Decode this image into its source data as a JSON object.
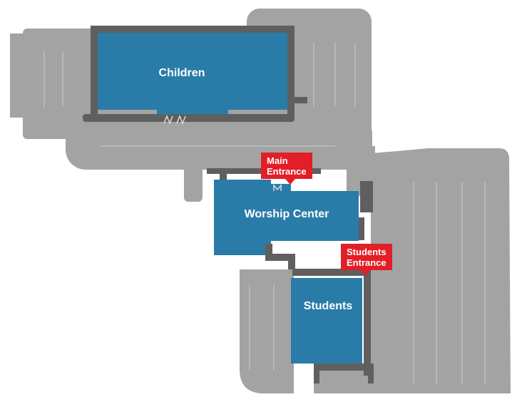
{
  "colors": {
    "lot": "#a3a3a3",
    "stripe": "#b8b8b8",
    "wall": "#5f5f5f",
    "building": "#2a7ca8",
    "callout": "#e21e26",
    "label": "#ffffff"
  },
  "buildings": {
    "children": {
      "label": "Children"
    },
    "worship": {
      "label": "Worship Center"
    },
    "students": {
      "label": "Students"
    }
  },
  "callouts": {
    "main": {
      "line1": "Main",
      "line2": "Entrance"
    },
    "students": {
      "line1": "Students",
      "line2": "Entrance"
    }
  },
  "icons": {
    "door": "door-icon"
  }
}
